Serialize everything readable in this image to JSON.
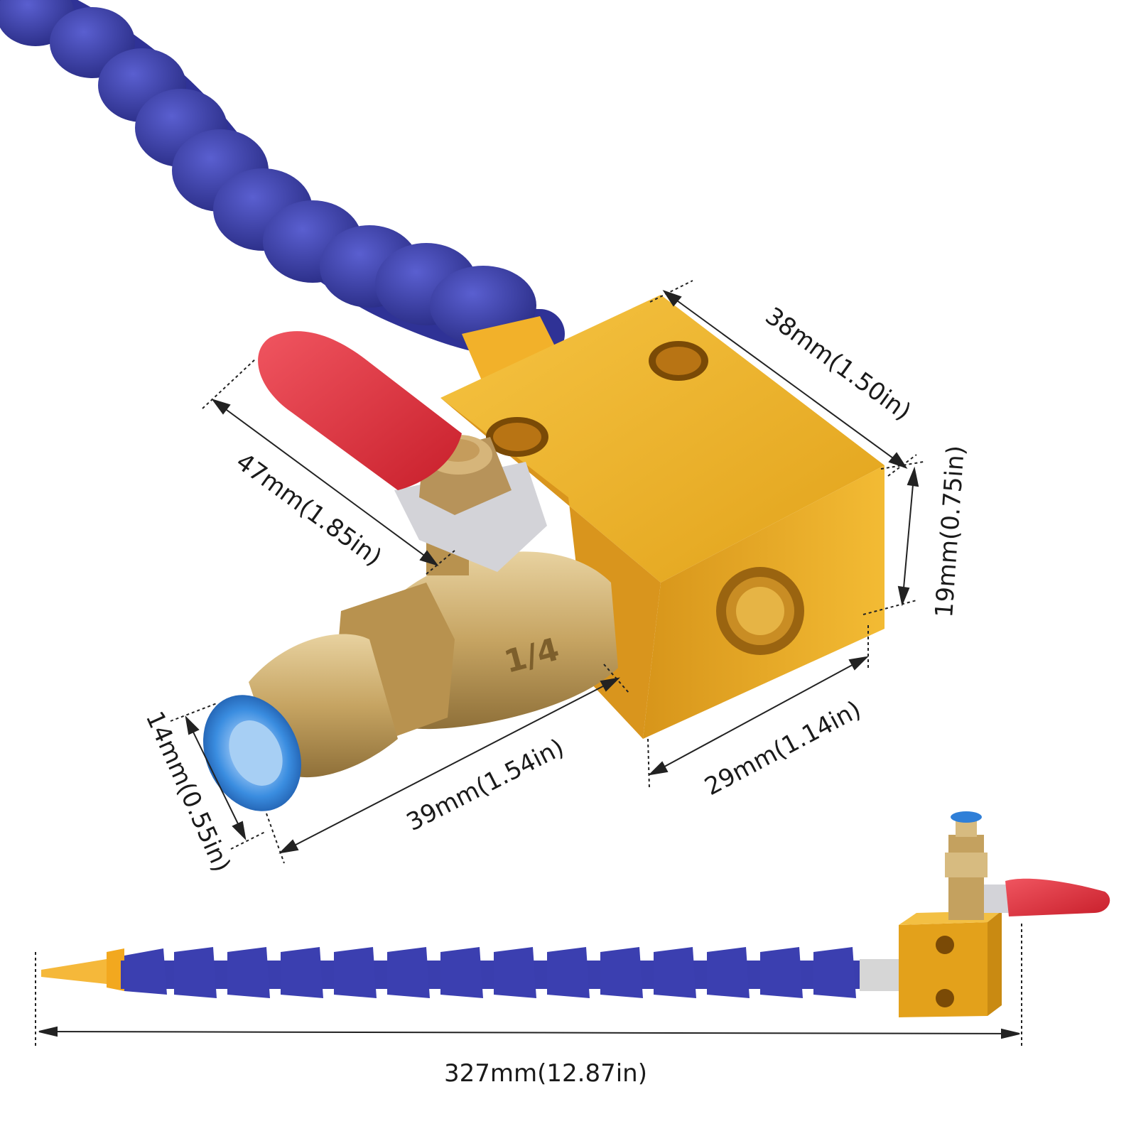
{
  "dimensions": {
    "block_depth": "38mm(1.50in)",
    "valve_height": "47mm(1.85in)",
    "block_height": "19mm(0.75in)",
    "block_width": "29mm(1.14in)",
    "valve_length": "39mm(1.54in)",
    "fitting_diameter": "14mm(0.55in)",
    "total_length": "327mm(12.87in)"
  },
  "valve_marking": "1/4",
  "colors": {
    "hose": "#3b3fb0",
    "hose_dark": "#2a2d86",
    "block": "#e8a81c",
    "block_dark": "#c2850c",
    "brass": "#c9a96a",
    "handle": "#e0313b",
    "fitting_ring": "#3a8de0",
    "nozzle": "#f2b12a",
    "dimension_line": "#222222"
  }
}
